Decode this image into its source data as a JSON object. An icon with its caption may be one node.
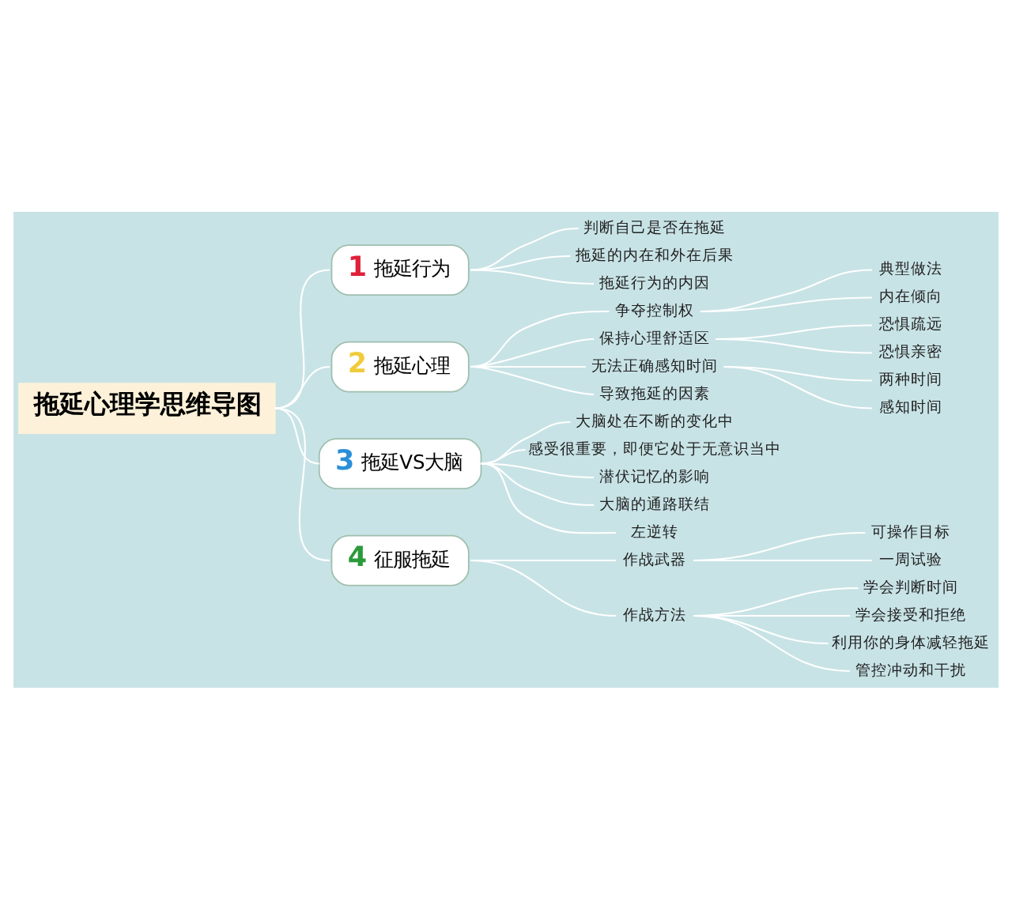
{
  "diagram": {
    "nodes": [
      {
        "text": [
          "拖延心理学思维导图"
        ]
      },
      {
        "text": [
          "1",
          "拖延行为"
        ]
      },
      {
        "text": [
          "判断自己是否在拖延"
        ]
      },
      {
        "text": [
          "拖延的内在和外在后果"
        ]
      },
      {
        "text": [
          "拖延行为的内因"
        ]
      },
      {
        "text": [
          "2",
          "拖延心理"
        ]
      },
      {
        "text": [
          "争夺控制权"
        ]
      },
      {
        "text": [
          "典型做法"
        ]
      },
      {
        "text": [
          "内在倾向"
        ]
      },
      {
        "text": [
          "保持心理舒适区"
        ]
      },
      {
        "text": [
          "恐惧疏远"
        ]
      },
      {
        "text": [
          "恐惧亲密"
        ]
      },
      {
        "text": [
          "无法正确感知时间"
        ]
      },
      {
        "text": [
          "两种时间"
        ]
      },
      {
        "text": [
          "感知时间"
        ]
      },
      {
        "text": [
          "导致拖延的因素"
        ]
      },
      {
        "text": [
          "3",
          "拖延VS大脑"
        ]
      },
      {
        "text": [
          "大脑处在不断的变化中"
        ]
      },
      {
        "text": [
          "感受很重要，即便它处于无意识当中"
        ]
      },
      {
        "text": [
          "潜伏记忆的影响"
        ]
      },
      {
        "text": [
          "大脑的通路联结"
        ]
      },
      {
        "text": [
          "左逆转"
        ]
      },
      {
        "text": [
          "4",
          "征服拖延"
        ]
      },
      {
        "text": [
          "作战武器"
        ]
      },
      {
        "text": [
          "可操作目标"
        ]
      },
      {
        "text": [
          "一周试验"
        ]
      },
      {
        "text": [
          "作战方法"
        ]
      },
      {
        "text": [
          "学会判断时间"
        ]
      },
      {
        "text": [
          "学会接受和拒绝"
        ]
      },
      {
        "text": [
          "利用你的身体减轻拖延"
        ]
      },
      {
        "text": [
          "管控冲动和干扰"
        ]
      }
    ],
    "edges": [
      {
        "from": 0,
        "to": 1,
        "arrow": "none"
      },
      {
        "from": 1,
        "to": 2,
        "arrow": "none"
      },
      {
        "from": 1,
        "to": 3,
        "arrow": "none"
      },
      {
        "from": 1,
        "to": 4,
        "arrow": "none"
      },
      {
        "from": 0,
        "to": 5,
        "arrow": "none"
      },
      {
        "from": 5,
        "to": 6,
        "arrow": "none"
      },
      {
        "from": 6,
        "to": 7,
        "arrow": "none"
      },
      {
        "from": 6,
        "to": 8,
        "arrow": "none"
      },
      {
        "from": 5,
        "to": 9,
        "arrow": "none"
      },
      {
        "from": 9,
        "to": 10,
        "arrow": "none"
      },
      {
        "from": 9,
        "to": 11,
        "arrow": "none"
      },
      {
        "from": 5,
        "to": 12,
        "arrow": "none"
      },
      {
        "from": 12,
        "to": 13,
        "arrow": "none"
      },
      {
        "from": 12,
        "to": 14,
        "arrow": "none"
      },
      {
        "from": 5,
        "to": 15,
        "arrow": "none"
      },
      {
        "from": 0,
        "to": 16,
        "arrow": "none"
      },
      {
        "from": 16,
        "to": 17,
        "arrow": "none"
      },
      {
        "from": 16,
        "to": 18,
        "arrow": "none"
      },
      {
        "from": 16,
        "to": 19,
        "arrow": "none"
      },
      {
        "from": 16,
        "to": 20,
        "arrow": "none"
      },
      {
        "from": 16,
        "to": 21,
        "arrow": "none"
      },
      {
        "from": 0,
        "to": 22,
        "arrow": "none"
      },
      {
        "from": 22,
        "to": 23,
        "arrow": "none"
      },
      {
        "from": 23,
        "to": 24,
        "arrow": "none"
      },
      {
        "from": 23,
        "to": 25,
        "arrow": "none"
      },
      {
        "from": 22,
        "to": 26,
        "arrow": "none"
      },
      {
        "from": 26,
        "to": 27,
        "arrow": "none"
      },
      {
        "from": 26,
        "to": 28,
        "arrow": "none"
      },
      {
        "from": 26,
        "to": 29,
        "arrow": "none"
      },
      {
        "from": 26,
        "to": 30,
        "arrow": "none"
      }
    ]
  }
}
